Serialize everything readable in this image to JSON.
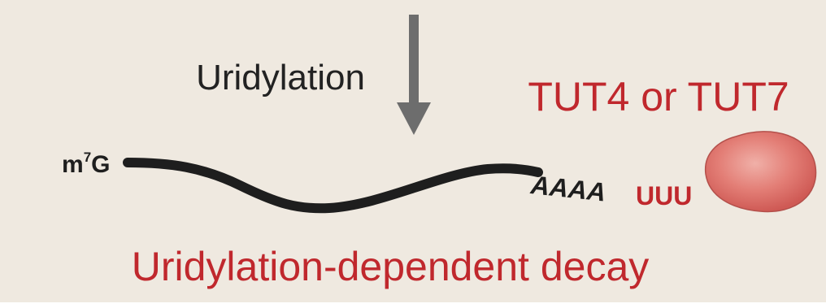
{
  "diagram": {
    "process_label": "Uridylation",
    "enzyme_label": "TUT4 or TUT7",
    "cap_label": "m",
    "cap_superscript": "7",
    "cap_suffix": "G",
    "poly_a_tail": "AAAA",
    "uridine_tail": "UUU",
    "outcome_label": "Uridylation-dependent decay"
  },
  "colors": {
    "background": "#efe9e0",
    "accent_red": "#c0282d",
    "text_dark": "#222222",
    "arrow_gray": "#6d6d6d",
    "enzyme_fill": "#e0726c"
  }
}
